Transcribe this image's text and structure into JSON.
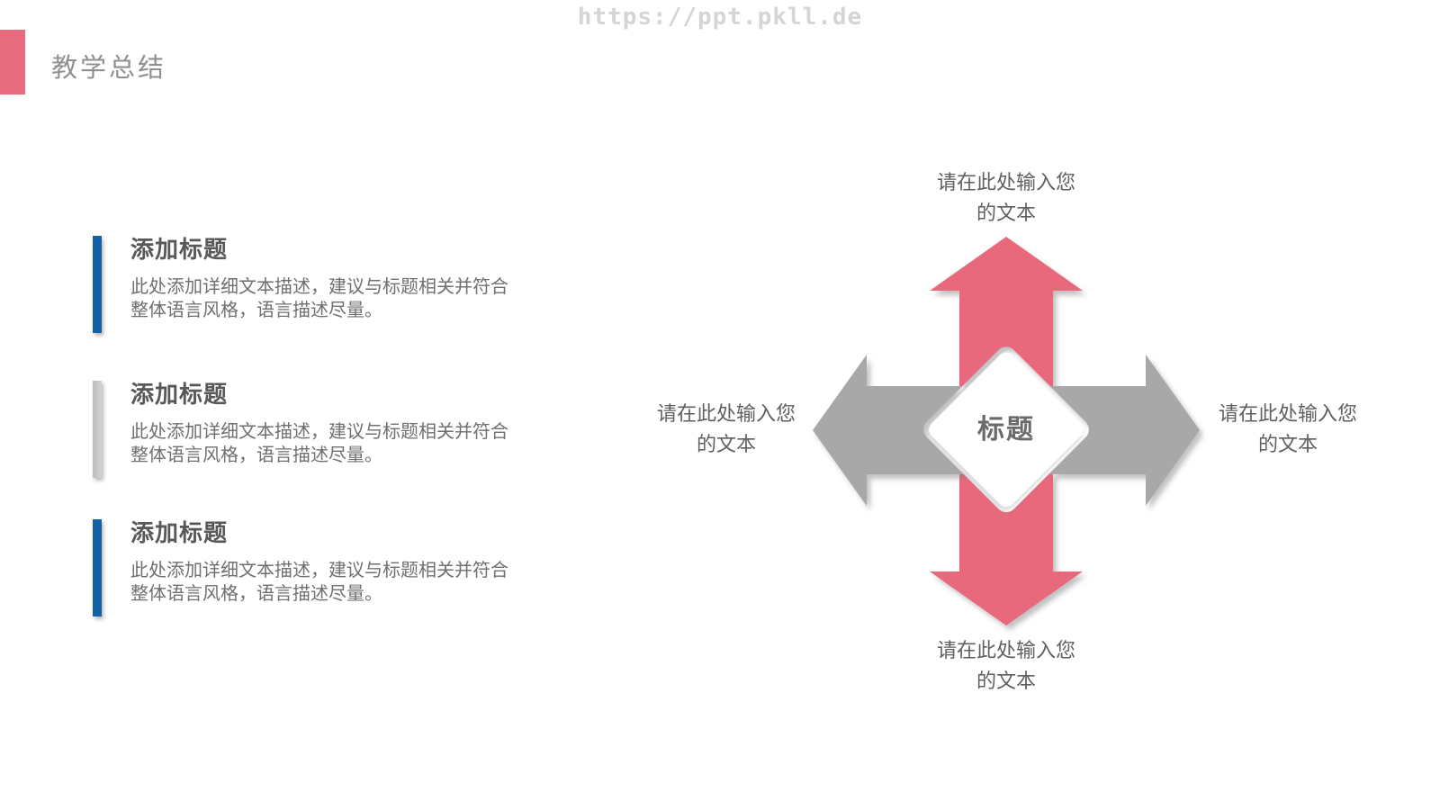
{
  "slide": {
    "watermark": "https://ppt.pkll.de",
    "header": {
      "title": "教学总结"
    }
  },
  "blocks": [
    {
      "title": "添加标题",
      "accent": "blue",
      "body": "此处添加详细文本描述，建议与标题相关并符合\n整体语言风格，语言描述尽量。"
    },
    {
      "title": "添加标题",
      "accent": "gray",
      "body": "此处添加详细文本描述，建议与标题相关并符合\n整体语言风格，语言描述尽量。"
    },
    {
      "title": "添加标题",
      "accent": "blue",
      "body": "此处添加详细文本描述，建议与标题相关并符合\n整体语言风格，语言描述尽量。"
    }
  ],
  "diagram": {
    "center_label": "标题",
    "top_label": "请在此处输入您\n的文本",
    "bottom_label": "请在此处输入您\n的文本",
    "left_label": "请在此处输入您\n的文本",
    "right_label": "请在此处输入您\n的文本"
  },
  "colors": {
    "accent_pink": "#e8697b",
    "header_bar_pink": "#e66b7e",
    "arrow_gray": "#a8a8a8",
    "accent_blue": "#1263a6",
    "bar_light_gray": "#c6c6c6",
    "watermark_gray": "#d5d5d5"
  }
}
